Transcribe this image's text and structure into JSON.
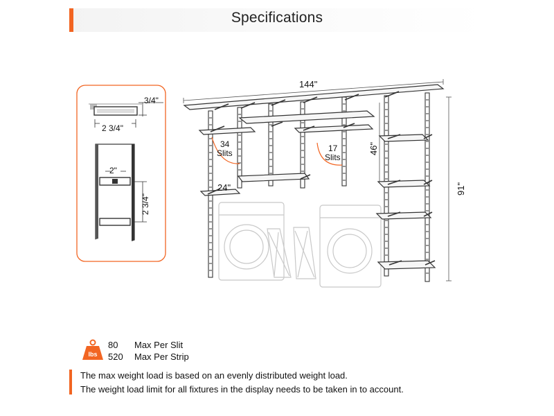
{
  "header": {
    "title": "Specifications"
  },
  "dimensions": {
    "total_width": "144\"",
    "shelf_depth": "24\"",
    "tall_height": "91\"",
    "short_height": "46\"",
    "slits_left_count": "34",
    "slits_left_label": "Slits",
    "slits_right_count": "17",
    "slits_right_label": "Slits"
  },
  "detail": {
    "rail_thickness": "3/4\"",
    "rail_width": "2 3/4\"",
    "bracket_width": "2\"",
    "bracket_spacing": "2 3/4\""
  },
  "weights": {
    "icon_label": "lbs",
    "per_slit_value": "80",
    "per_slit_label": "Max Per Slit",
    "per_strip_value": "520",
    "per_strip_label": "Max Per Strip"
  },
  "notes": [
    "The max weight load is based on an evenly distributed weight load.",
    "The weight load limit for all fixtures in the display needs to be taken in to account."
  ],
  "colors": {
    "accent": "#f26522",
    "line": "#333333",
    "appliance": "#c8c8c8"
  }
}
